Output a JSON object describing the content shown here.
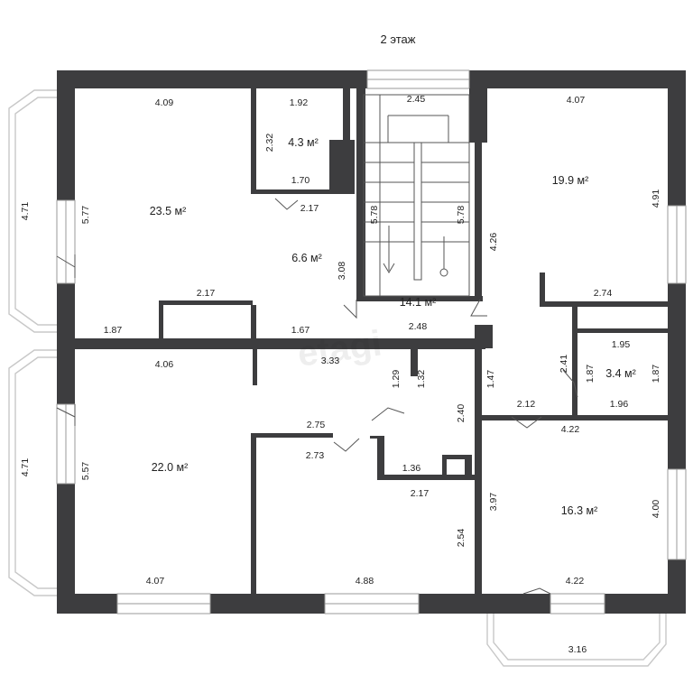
{
  "floor_label": "2 этаж",
  "areas": {
    "r1": "23.5 м²",
    "r2": "4.3 м²",
    "r3": "6.6 м²",
    "r4": "14.1 м²",
    "r5": "19.9 м²",
    "r6": "3.4 м²",
    "r7": "22.0 м²",
    "r8": "16.3 м²"
  },
  "dims": {
    "d01": "4.09",
    "d02": "1.92",
    "d03": "2.45",
    "d04": "4.07",
    "d05": "2.32",
    "d06": "1.70",
    "d07": "2.17",
    "d08": "5.77",
    "d09": "4.71",
    "d10": "5.78",
    "d11": "5.78",
    "d12": "4.26",
    "d13": "4.91",
    "d14": "3.08",
    "d15": "2.17",
    "d16": "2.74",
    "d17": "1.87",
    "d18": "1.67",
    "d19": "2.48",
    "d20": "4.06",
    "d21": "3.33",
    "d22": "1.29",
    "d23": "1.32",
    "d24": "1.47",
    "d25": "2.41",
    "d26": "1.95",
    "d27": "1.87",
    "d28": "1.87",
    "d29": "2.12",
    "d30": "1.96",
    "d31": "4.71",
    "d32": "5.57",
    "d33": "2.75",
    "d34": "2.40",
    "d35": "4.22",
    "d36": "2.73",
    "d37": "1.36",
    "d38": "2.17",
    "d39": "3.97",
    "d40": "4.00",
    "d41": "2.54",
    "d42": "4.07",
    "d43": "4.88",
    "d44": "4.22",
    "d45": "3.16"
  },
  "watermark": "etagi"
}
